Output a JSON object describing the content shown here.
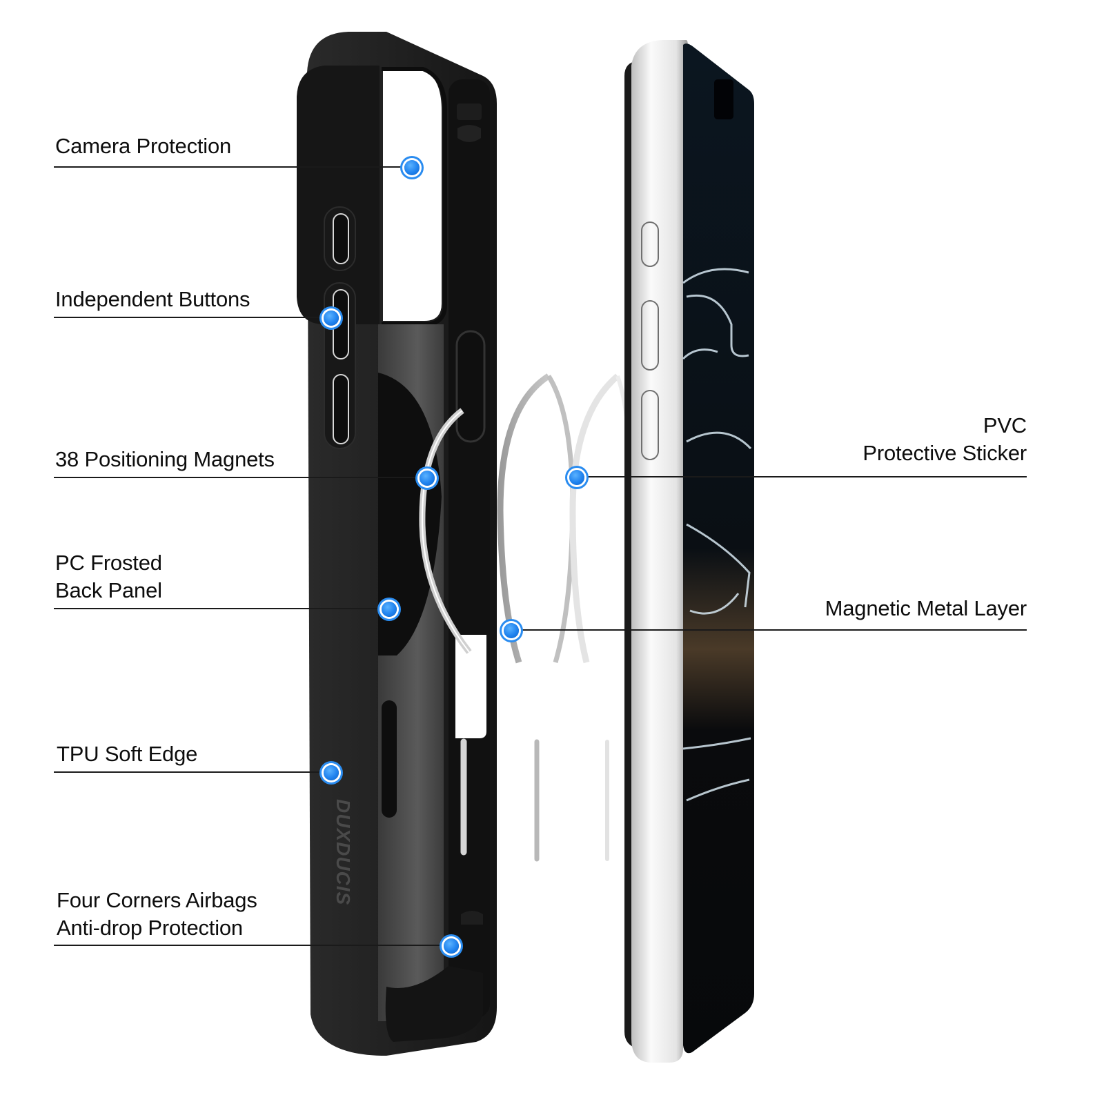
{
  "brand": {
    "logo_text": "DUXDUCIS",
    "accent_color": "#1f82ee",
    "case_color": "#1c1c1c",
    "frame_color": "#e8e8e8"
  },
  "callouts_left": [
    {
      "lines": [
        "Camera Protection"
      ],
      "target": "camera-ring"
    },
    {
      "lines": [
        "Independent Buttons"
      ],
      "target": "volume-button"
    },
    {
      "lines": [
        "38 Positioning Magnets"
      ],
      "target": "magnet-ring"
    },
    {
      "lines": [
        "PC Frosted",
        "Back Panel"
      ],
      "target": "back-panel"
    },
    {
      "lines": [
        "TPU Soft Edge"
      ],
      "target": "case-edge"
    },
    {
      "lines": [
        "Four Corners Airbags",
        "Anti-drop Protection"
      ],
      "target": "corner-airbag"
    }
  ],
  "callouts_right": [
    {
      "lines": [
        "PVC",
        "Protective Sticker"
      ],
      "target": "sticker-ring"
    },
    {
      "lines": [
        "Magnetic Metal Layer"
      ],
      "target": "metal-ring"
    }
  ]
}
